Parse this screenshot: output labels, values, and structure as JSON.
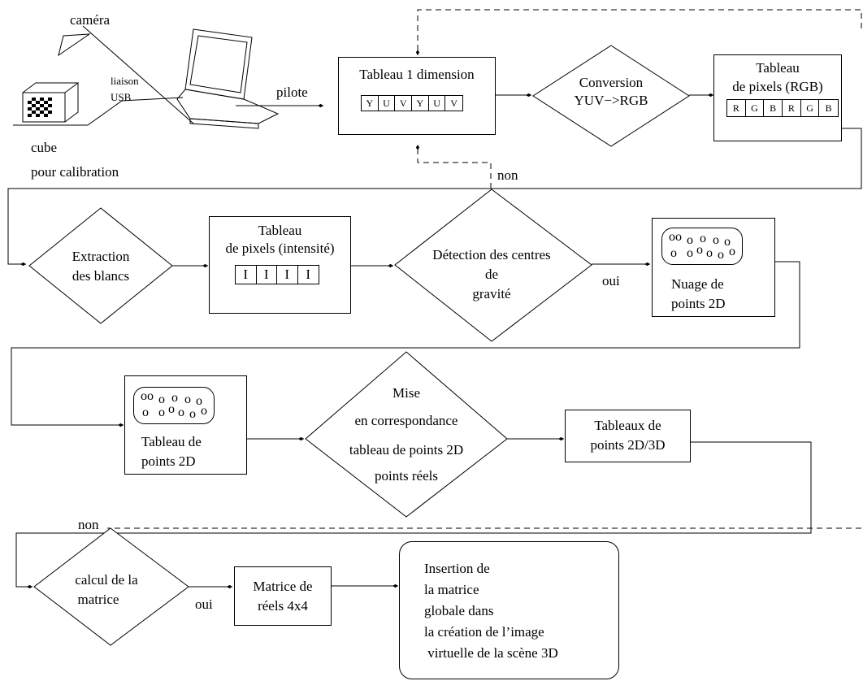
{
  "hardware": {
    "camera_label": "caméra",
    "usb_label_1": "liaison",
    "usb_label_2": "USB",
    "cube_label_1": "cube",
    "cube_label_2": "pour calibration",
    "driver_label": "pilote"
  },
  "nodes": {
    "array_1d": {
      "title": "Tableau 1 dimension",
      "cells": [
        "Y",
        "U",
        "V",
        "Y",
        "U",
        "V"
      ]
    },
    "conversion": {
      "line1": "Conversion",
      "line2": "YUV−>RGB"
    },
    "rgb_array": {
      "line1": "Tableau",
      "line2": "de pixels (RGB)",
      "cells": [
        "R",
        "G",
        "B",
        "R",
        "G",
        "B"
      ]
    },
    "extraction": {
      "line1": "Extraction",
      "line2": "des blancs"
    },
    "intensity_array": {
      "line1": "Tableau",
      "line2": "de pixels (intensité)",
      "cells": [
        "I",
        "I",
        "I",
        "I"
      ]
    },
    "centers": {
      "line1": "Détection des centres",
      "line2": "de",
      "line3": "gravité"
    },
    "cloud_2d": {
      "line1": "Nuage de",
      "line2": "points 2D"
    },
    "table_2d": {
      "line1": "Tableau de",
      "line2": "points 2D"
    },
    "matching": {
      "line1": "Mise",
      "line2": "en correspondance",
      "line3": "tableau de points 2D",
      "line4": "points réels"
    },
    "tables_2d3d": {
      "line1": "Tableaux de",
      "line2": "points 2D/3D"
    },
    "matrix_calc": {
      "line1": "calcul de la",
      "line2": "matrice"
    },
    "matrix_4x4": {
      "line1": "Matrice de",
      "line2": "réels 4x4"
    },
    "insertion": {
      "line1": "Insertion de",
      "line2": "la matrice",
      "line3": "globale dans",
      "line4": "la création de l’image",
      "line5": " virtuelle de la scène 3D"
    }
  },
  "edge_labels": {
    "non_1": "non",
    "oui_1": "oui",
    "non_2": "non",
    "oui_2": "oui"
  }
}
